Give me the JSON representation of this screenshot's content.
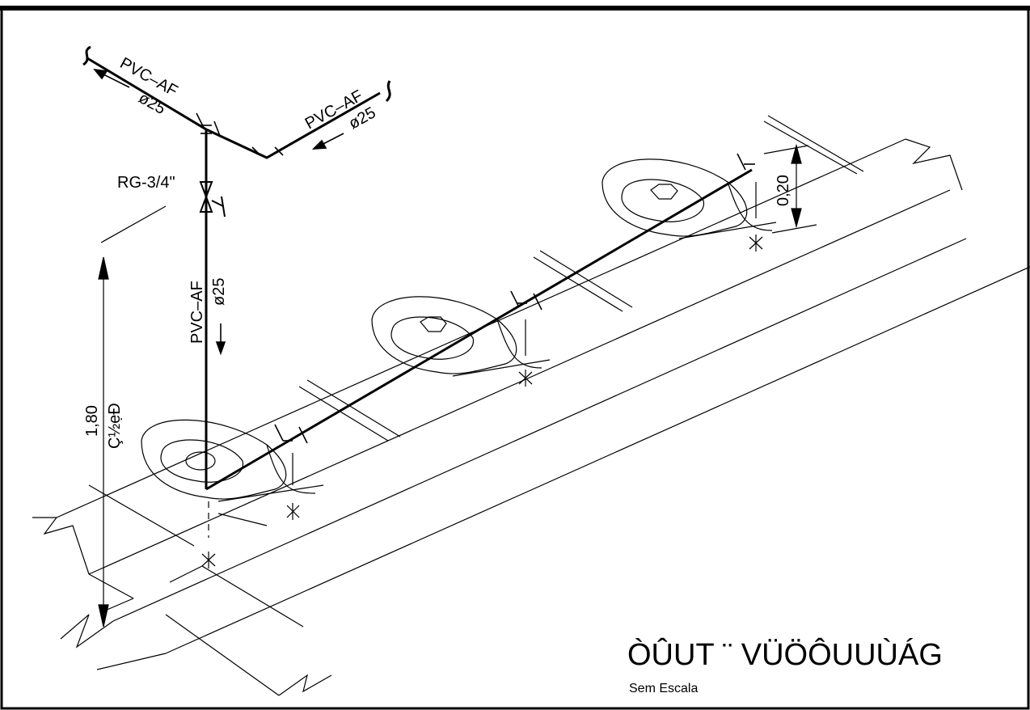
{
  "labels": {
    "pipe_material": "PVC–AF",
    "pipe_diameter": "ø25",
    "valve": "RG-3/4\"",
    "dim_vertical": "1,80",
    "dim_vertical_sub": "Ç½ẹÐ",
    "dim_tap": "0,20",
    "title": "ÒÛUT ¨ VÜÖÔUUÙÁG",
    "scale": "Sem Escala"
  },
  "colors": {
    "line": "#000000",
    "frame": "#000000",
    "background": "#ffffff"
  }
}
